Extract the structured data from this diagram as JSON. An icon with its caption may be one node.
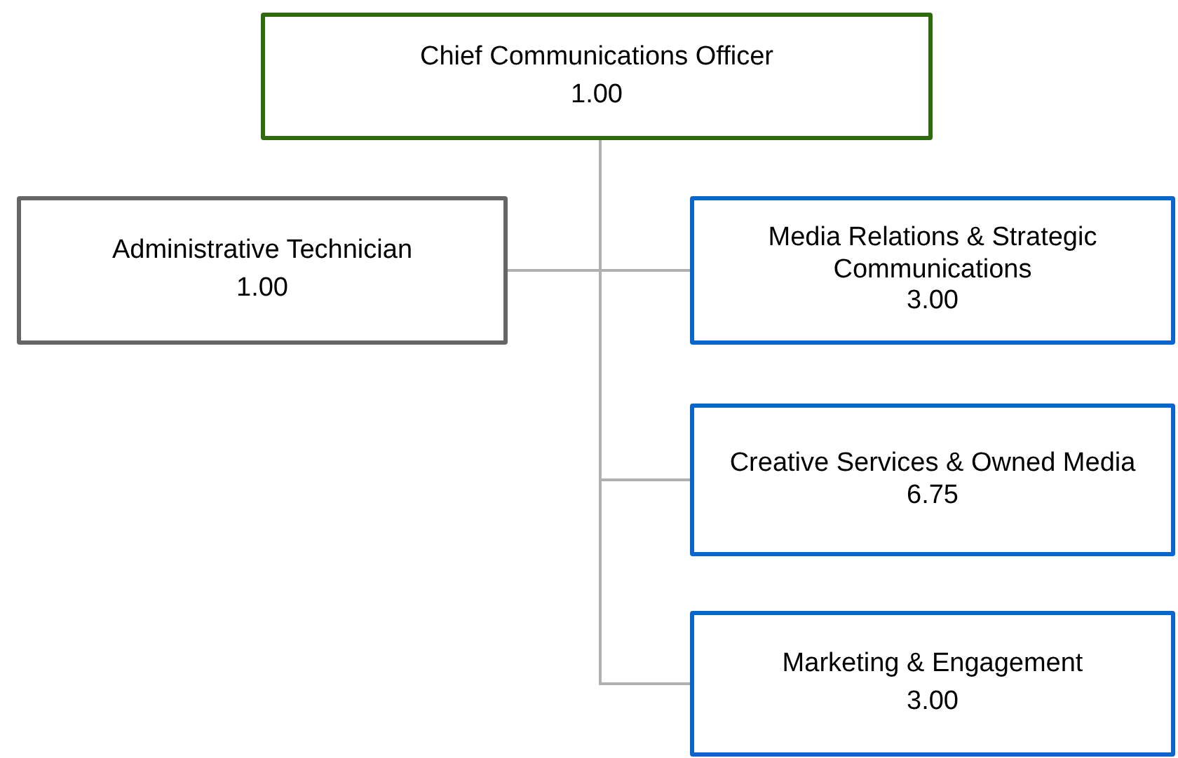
{
  "diagram": {
    "nodes": [
      {
        "text": [
          "Chief Communications Officer",
          "1.00"
        ]
      },
      {
        "text": [
          "Administrative Technician",
          "1.00"
        ]
      },
      {
        "text": [
          "Media Relations & Strategic Communications",
          "3.00"
        ]
      },
      {
        "text": [
          "Creative Services & Owned Media",
          "6.75"
        ]
      },
      {
        "text": [
          "Marketing & Engagement",
          "3.00"
        ]
      }
    ],
    "edges": [
      {
        "from": 0,
        "to": 1,
        "arrow": "none"
      },
      {
        "from": 0,
        "to": 2,
        "arrow": "none"
      },
      {
        "from": 0,
        "to": 3,
        "arrow": "none"
      },
      {
        "from": 0,
        "to": 4,
        "arrow": "none"
      }
    ]
  }
}
